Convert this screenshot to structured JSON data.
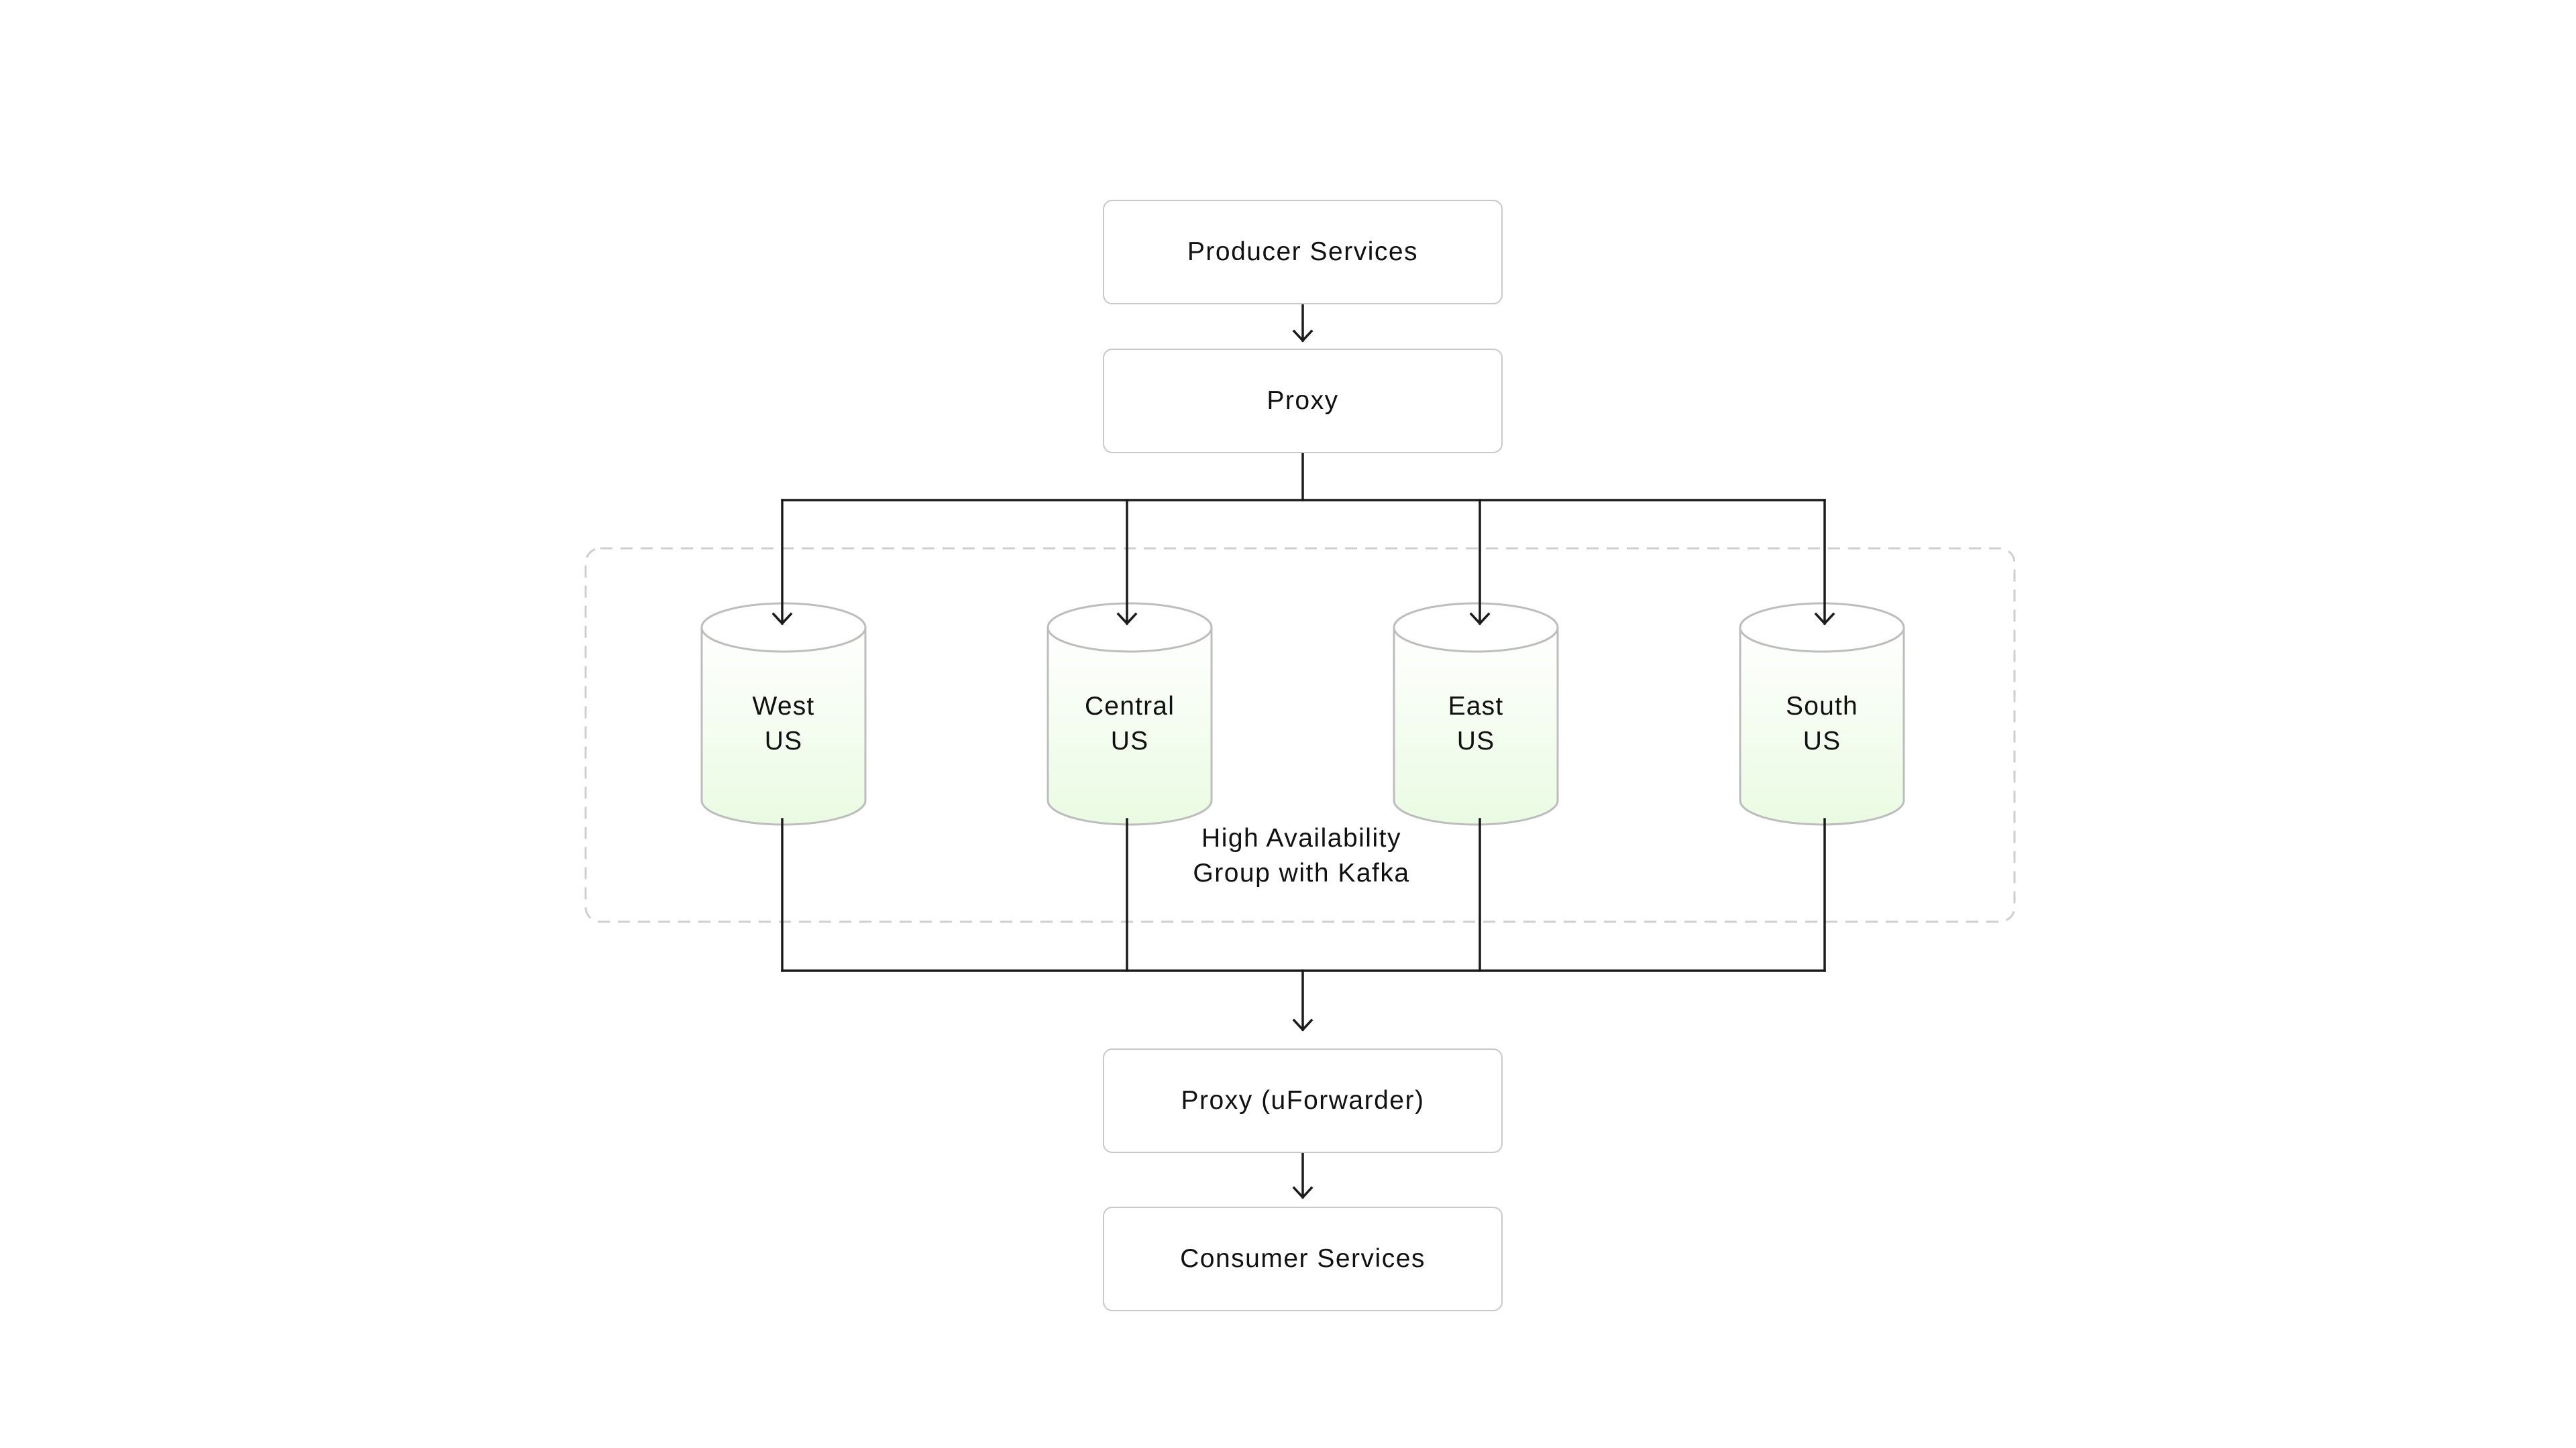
{
  "diagram": {
    "nodes": {
      "producer": "Producer Services",
      "proxy": "Proxy",
      "proxy_forwarder": "Proxy (uForwarder)",
      "consumer": "Consumer Services"
    },
    "clusters": [
      {
        "line1": "West",
        "line2": "US"
      },
      {
        "line1": "Central",
        "line2": "US"
      },
      {
        "line1": "East",
        "line2": "US"
      },
      {
        "line1": "South",
        "line2": "US"
      }
    ],
    "group": {
      "line1": "High Availability",
      "line2": "Group with Kafka"
    },
    "colors": {
      "line": "#1b1b1b",
      "box_border": "#c9c9c9",
      "group_border": "#cfcfcf",
      "cylinder_fill_top": "#ffffff",
      "cylinder_fill_bottom": "#eafbe2"
    }
  }
}
